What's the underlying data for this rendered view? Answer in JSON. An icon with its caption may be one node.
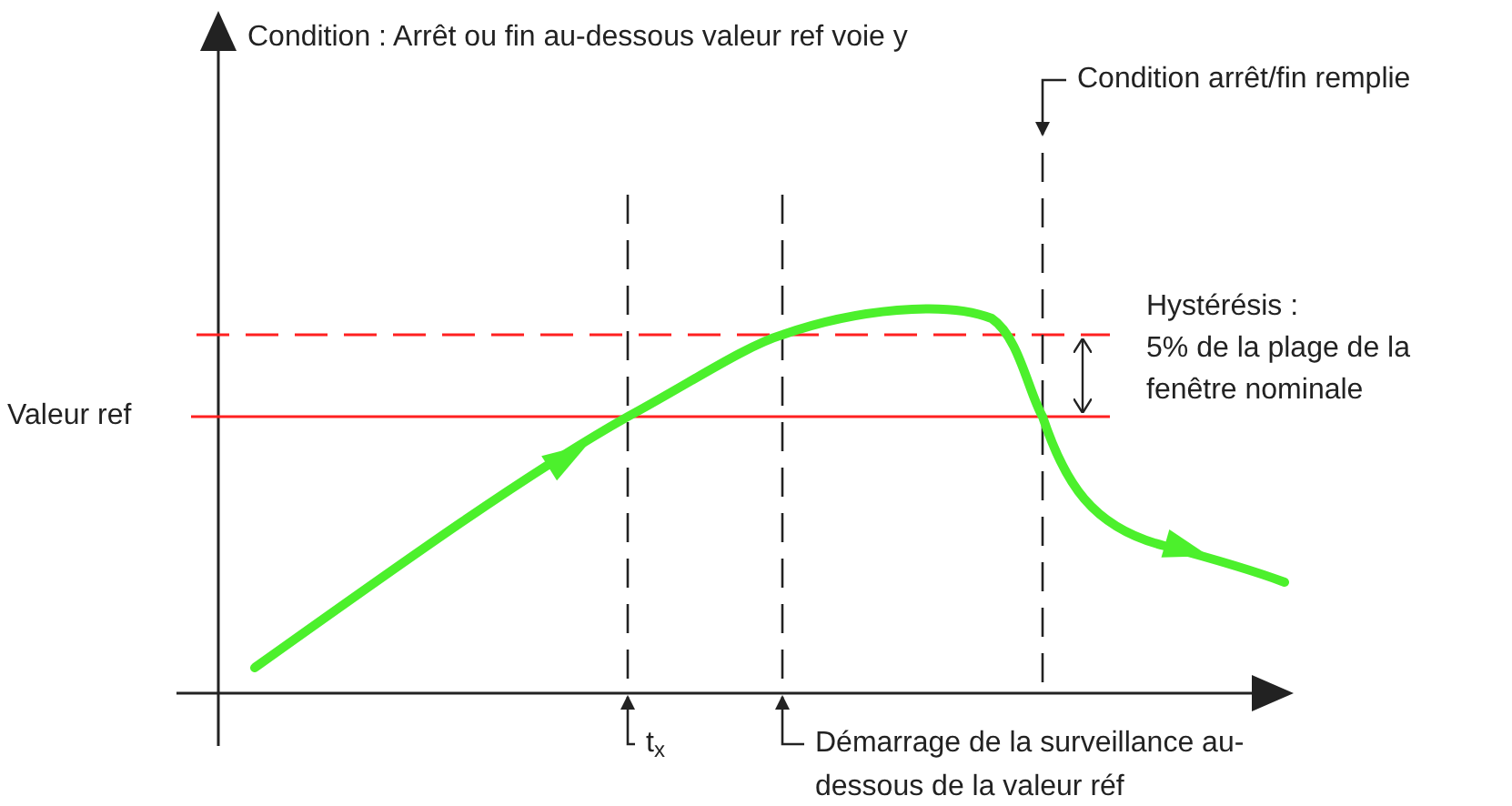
{
  "diagram": {
    "nodes": [
      {
        "text": [
          "Condition arrêt/fin remplie"
        ]
      },
      {
        "text": [
          "t$_{x}$"
        ]
      },
      {
        "text": [
          "Démarrage de la surveillance au-dessous de la valeur réf"
        ]
      }
    ],
    "edges": [
      {
        "from": 0,
        "to": null,
        "arrow": "to"
      },
      {
        "from": 1,
        "to": null,
        "arrow": "to"
      },
      {
        "from": 2,
        "to": null,
        "arrow": "to"
      }
    ],
    "labels": [
      "Condition : Arrêt ou fin au-dessous valeur ref voie y",
      "Valeur ref",
      "Hystérésis :",
      "5% de la plage de la fenêtre nominale"
    ]
  }
}
